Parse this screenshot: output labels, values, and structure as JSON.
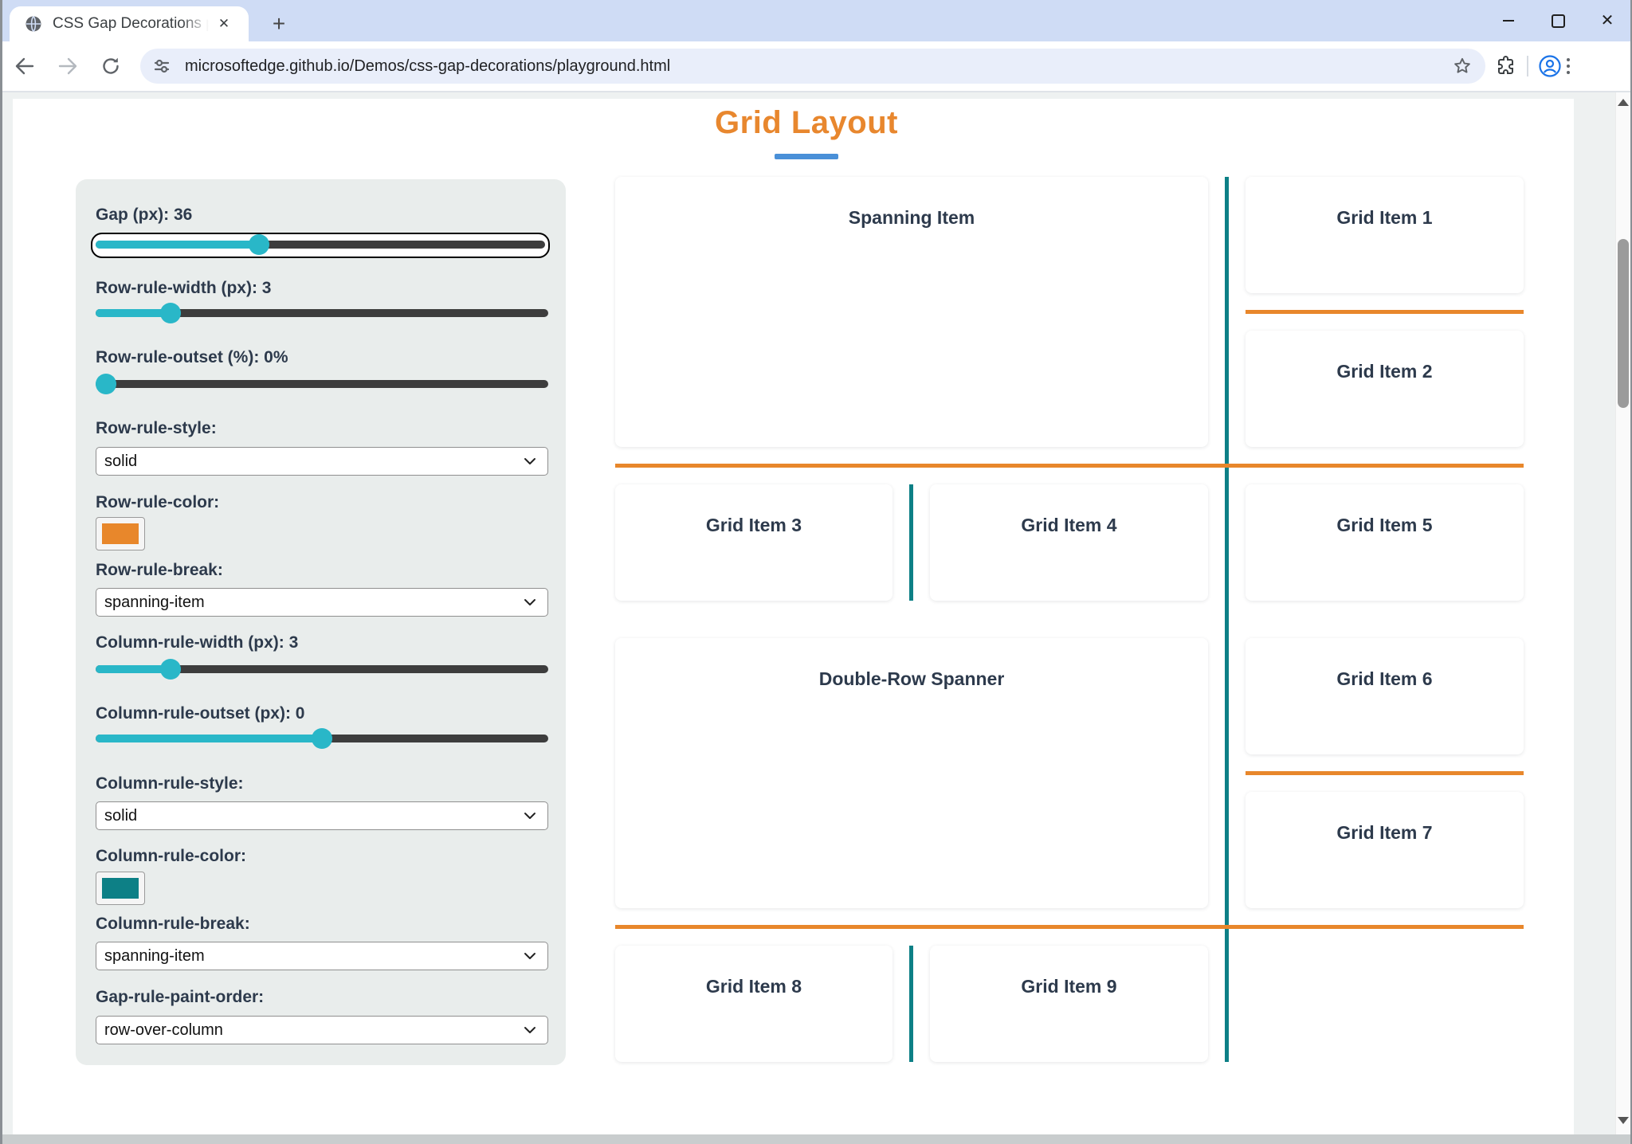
{
  "browser": {
    "tab": {
      "title": "CSS Gap Decorations playgroun",
      "close_glyph": "✕"
    },
    "new_tab_glyph": "+",
    "window_controls": {
      "close_glyph": "✕"
    },
    "url": "microsoftedge.github.io/Demos/css-gap-decorations/playground.html"
  },
  "page": {
    "title": "Grid Layout",
    "colors": {
      "title_orange": "#e8872e",
      "underline_blue": "#4a90d8",
      "row_rule_orange": "#e8872b",
      "column_rule_teal": "#0d8086",
      "slider_fill_teal": "#29b7c8",
      "slider_track_dark": "#3d3d3d"
    }
  },
  "controls": [
    {
      "name": "gap",
      "type": "slider",
      "label": "Gap (px): 36",
      "percent": 36,
      "focused": true
    },
    {
      "name": "row-rule-width",
      "type": "slider",
      "label": "Row-rule-width (px): 3",
      "percent": 15
    },
    {
      "name": "row-rule-outset",
      "type": "slider",
      "label": "Row-rule-outset (%): 0%",
      "percent": 0
    },
    {
      "name": "row-rule-style",
      "type": "select",
      "label": "Row-rule-style:",
      "value": "solid"
    },
    {
      "name": "row-rule-color",
      "type": "color",
      "label": "Row-rule-color:",
      "value": "#e8872b"
    },
    {
      "name": "row-rule-break",
      "type": "select",
      "label": "Row-rule-break:",
      "value": "spanning-item"
    },
    {
      "name": "column-rule-width",
      "type": "slider",
      "label": "Column-rule-width (px): 3",
      "percent": 15
    },
    {
      "name": "column-rule-outset",
      "type": "slider",
      "label": "Column-rule-outset (px): 0",
      "percent": 50
    },
    {
      "name": "column-rule-style",
      "type": "select",
      "label": "Column-rule-style:",
      "value": "solid"
    },
    {
      "name": "column-rule-color",
      "type": "color",
      "label": "Column-rule-color:",
      "value": "#0d8086"
    },
    {
      "name": "column-rule-break",
      "type": "select",
      "label": "Column-rule-break:",
      "value": "spanning-item"
    },
    {
      "name": "gap-rule-paint-order",
      "type": "select",
      "label": "Gap-rule-paint-order:",
      "value": "row-over-column"
    }
  ],
  "grid_items": [
    {
      "name": "grid-item-spanning",
      "label": "Spanning Item"
    },
    {
      "name": "grid-item-1",
      "label": "Grid Item 1"
    },
    {
      "name": "grid-item-2",
      "label": "Grid Item 2"
    },
    {
      "name": "grid-item-3",
      "label": "Grid Item 3"
    },
    {
      "name": "grid-item-4",
      "label": "Grid Item 4"
    },
    {
      "name": "grid-item-5",
      "label": "Grid Item 5"
    },
    {
      "name": "grid-item-double-row",
      "label": "Double-Row Spanner"
    },
    {
      "name": "grid-item-6",
      "label": "Grid Item 6"
    },
    {
      "name": "grid-item-7",
      "label": "Grid Item 7"
    },
    {
      "name": "grid-item-8",
      "label": "Grid Item 8"
    },
    {
      "name": "grid-item-9",
      "label": "Grid Item 9"
    }
  ]
}
